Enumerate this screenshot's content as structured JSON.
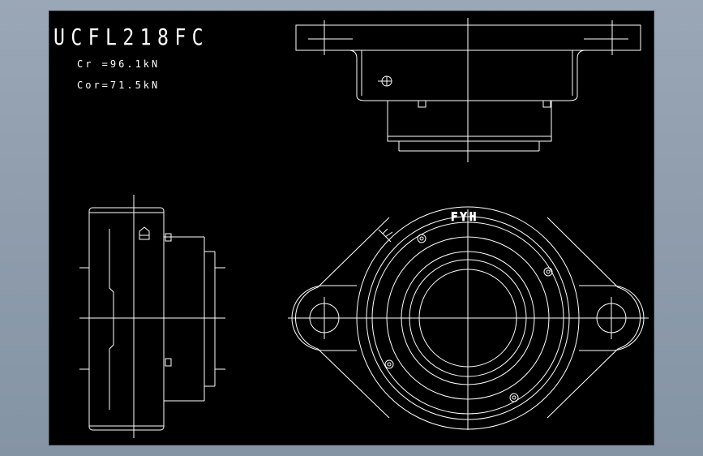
{
  "drawing": {
    "model": "UCFL218FC",
    "cr": "Cr =96.1kN",
    "cor": "Cor=71.5kN",
    "brand": "FYH"
  }
}
